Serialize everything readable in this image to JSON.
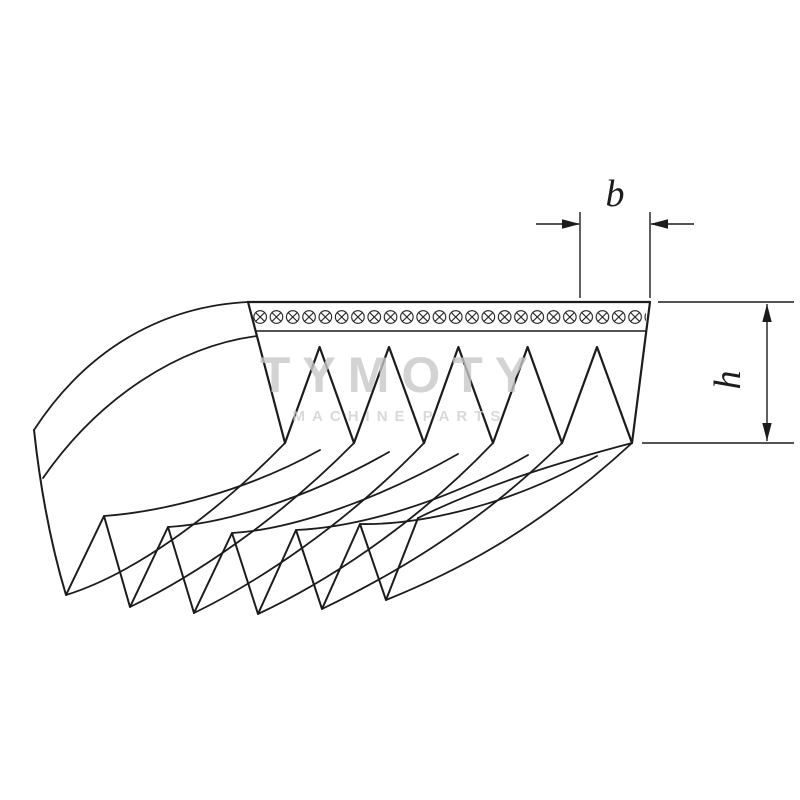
{
  "diagram": {
    "subject": "poly-v-ribbed-belt-technical-drawing",
    "rib_count": 6,
    "dimensions": {
      "width_label": "b",
      "height_label": "h"
    },
    "colors": {
      "line": "#1c1c1c",
      "background": "#ffffff",
      "watermark": "#c7c7c7"
    }
  },
  "watermark": {
    "title": "TYMOTY",
    "subtitle": "MACHINE PARTS"
  }
}
